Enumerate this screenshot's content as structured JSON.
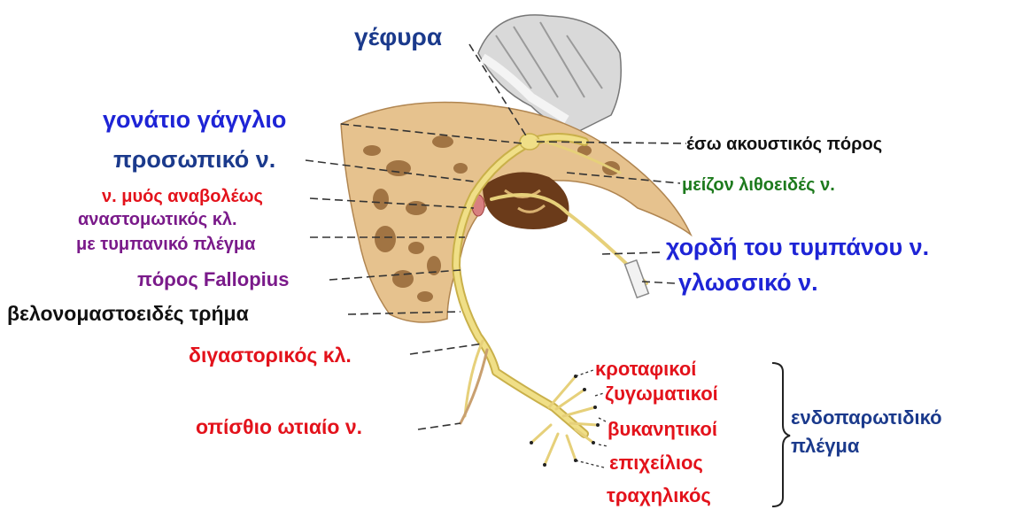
{
  "colors": {
    "navy": "#1b3a8c",
    "blue": "#1e24d6",
    "black": "#111111",
    "red": "#e3121b",
    "purple": "#7a1a8a",
    "green": "#1d7a1d",
    "nerve": "#e9d67a",
    "bone": "#e6c28e"
  },
  "labels": {
    "gefyra": "γέφυρα",
    "gonatio_gagglio": "γονάτιο γάγγλιο",
    "eso_akoustikos_poros": "έσω ακουστικός πόρος",
    "prosopiko_n": "προσωπικό ν.",
    "meizon_lithoeides_n": "μείζον λιθοειδές ν.",
    "n_myos_anavoleos": "ν. μυός αναβολέως",
    "anastomotikos_kl": "αναστομωτικός κλ.",
    "me_tympaniko_plegma": "με τυμπανικό πλέγμα",
    "chordi_tou_tympanou_n": "χορδή του τυμπάνου ν.",
    "poros_fallopius": "πόρος Fallopius",
    "glossiko_n": "γλωσσικό ν.",
    "velonomastoeides_trima": "βελονομαστοειδές τρήμα",
    "digastorikos_kl": "διγαστορικός κλ.",
    "opisthio_otiaio_n": "οπίσθιο ωτιαίο ν.",
    "krotafikoi": "κροταφικοί",
    "zygomatikoi": "ζυγωματικοί",
    "vykanitikoi": "βυκανητικοί",
    "epicheilios": "επιχείλιος",
    "trachilikos": "τραχηλικός",
    "endoparotidiko": "ενδοπαρωτιδικό",
    "plegma": "πλέγμα"
  }
}
